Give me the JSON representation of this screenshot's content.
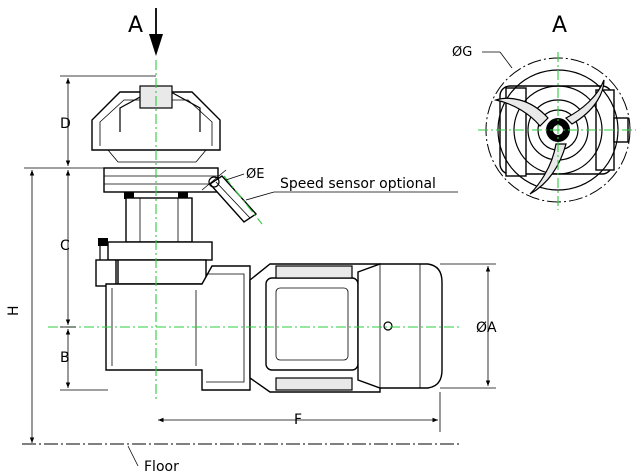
{
  "view_label_main": "A",
  "view_label_detail": "A",
  "dimensions": {
    "D": "D",
    "C": "C",
    "B": "B",
    "H": "H",
    "F": "F",
    "diameter_A": "ØA",
    "diameter_E": "ØE",
    "diameter_G": "ØG"
  },
  "callouts": {
    "speed_sensor": "Speed sensor optional",
    "floor": "Floor"
  },
  "colors": {
    "centerline": "#2ecc40",
    "lines": "#000000"
  }
}
